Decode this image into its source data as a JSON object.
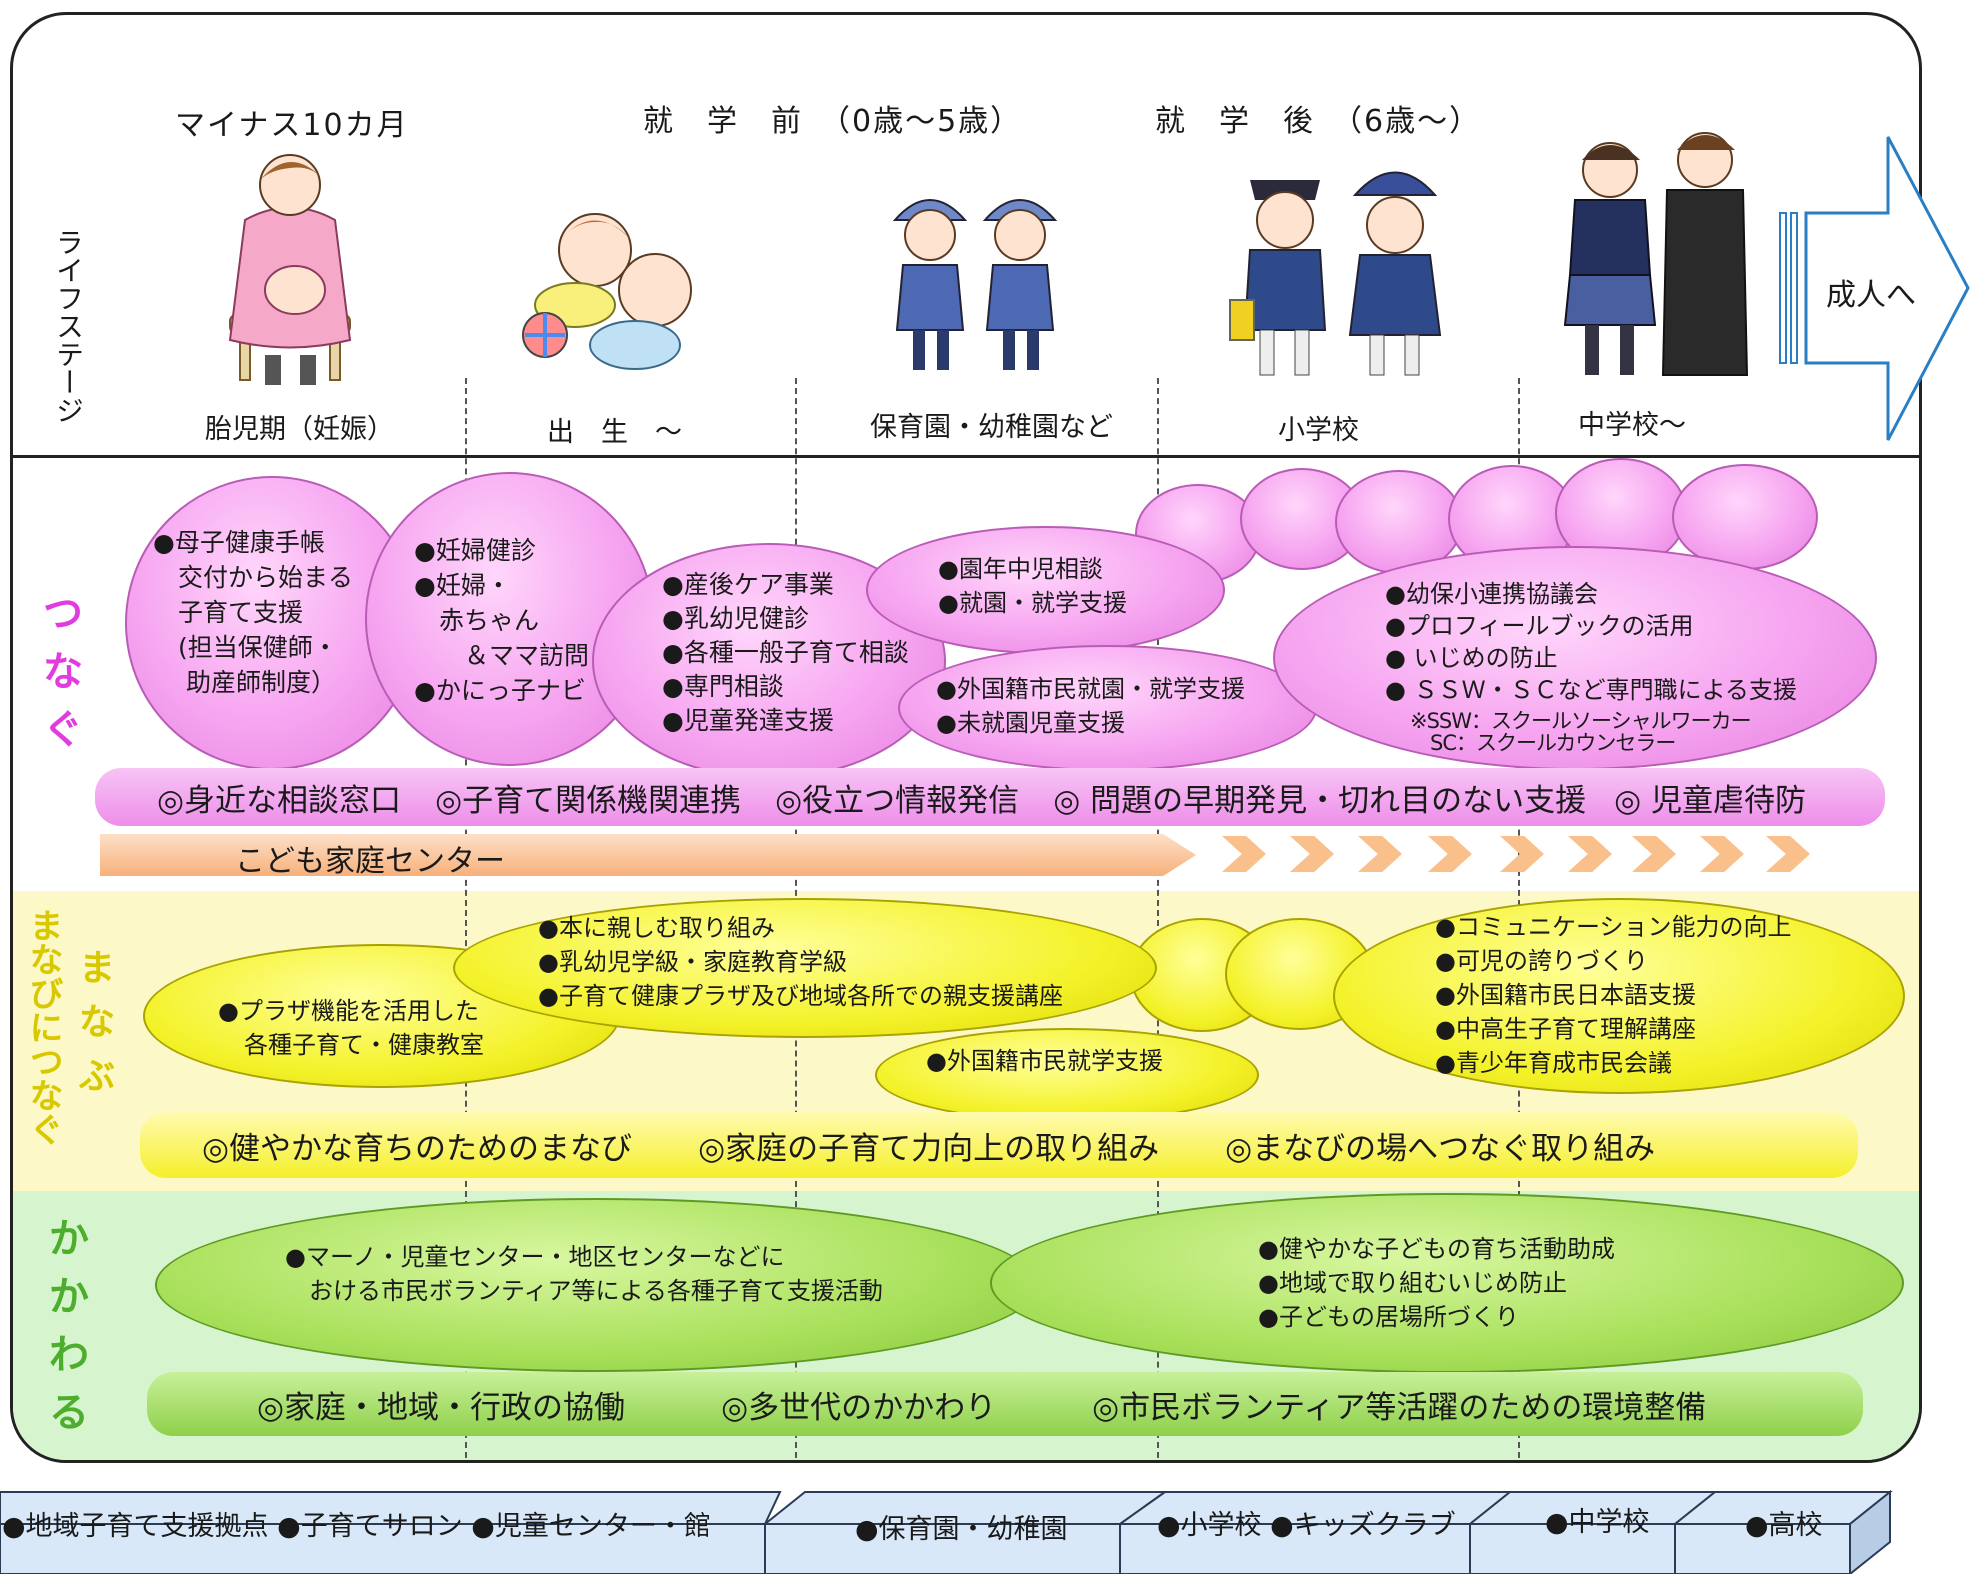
{
  "header": {
    "minus": "マイナス10カ月",
    "preschool": "就　学　前　（0歳～5歳）",
    "school": "就　学　後　（6歳～）",
    "side": "ライフステージ",
    "adult": "成人へ"
  },
  "stages": [
    "胎児期（妊娠）",
    "出　生　～",
    "保育園・幼稚園など",
    "小学校",
    "中学校～"
  ],
  "tsunagu": {
    "title": "つなぐ",
    "b1": [
      "●母子健康手帳",
      "　交付から始まる",
      "　子育て支援",
      "　(担当保健師・",
      "　 助産師制度）"
    ],
    "b2": [
      "●妊婦健診",
      "●妊婦・",
      "　赤ちゃん",
      "　　＆ママ訪問",
      "●かにっ子ナビ"
    ],
    "b3": [
      "●産後ケア事業",
      "●乳幼児健診",
      "●各種一般子育て相談",
      "●専門相談",
      "●児童発達支援"
    ],
    "b4": [
      "●園年中児相談",
      "●就園・就学支援"
    ],
    "b5": [
      "●外国籍市民就園・就学支援",
      "●未就園児童支援"
    ],
    "b6": [
      "●幼保小連携協議会",
      "●プロフィールブックの活用",
      "● いじめの防止",
      "● ＳＳＷ・ＳＣなど専門職による支援"
    ],
    "b6_note": [
      "※SSW：スクールソーシャルワーカー",
      "　SC：スクールカウンセラー"
    ],
    "bar": [
      "◎身近な相談窓口",
      "◎子育て関係機関連携",
      "◎役立つ情報発信",
      "◎ 問題の早期発見・切れ目のない支援",
      "◎ 児童虐待防"
    ],
    "center": "こども家庭センター"
  },
  "manabu": {
    "title": "まなぶ",
    "subtitle": "まなびにつなぐ",
    "b1": [
      "●プラザ機能を活用した",
      "各種子育て・健康教室"
    ],
    "b2": [
      "●本に親しむ取り組み",
      "●乳幼児学級・家庭教育学級",
      "●子育て健康プラザ及び地域各所での親支援講座"
    ],
    "b3": [
      "●外国籍市民就学支援"
    ],
    "b4": [
      "●コミュニケーション能力の向上",
      "●可児の誇りづくり",
      "●外国籍市民日本語支援",
      "●中高生子育て理解講座",
      "●青少年育成市民会議"
    ],
    "bar": [
      "◎健やかな育ちのためのまなび",
      "◎家庭の子育て力向上の取り組み",
      "◎まなびの場へつなぐ取り組み"
    ]
  },
  "kakawaru": {
    "title": "かかわる",
    "b1": [
      "●マーノ・児童センター・地区センターなどに",
      "　おける市民ボランティア等による各種子育て支援活動"
    ],
    "b2": [
      "●健やかな子どもの育ち活動助成",
      "●地域で取り組むいじめ防止",
      "●子どもの居場所づくり"
    ],
    "bar": [
      "◎家庭・地域・行政の協働",
      "◎多世代のかかわり",
      "◎市民ボランティア等活躍のための環境整備"
    ]
  },
  "bases": [
    "●地域子育て支援拠点 ●子育てサロン ●児童センター・館",
    "●保育園・幼稚園",
    "●小学校 ●キッズクラブ",
    "●中学校",
    "●高校"
  ],
  "colors": {
    "pink": "#f6a4f0",
    "yellow": "#f4f22a",
    "green": "#a8e05a",
    "center": "#f9c08c",
    "arrow": "#2a7fc4"
  }
}
